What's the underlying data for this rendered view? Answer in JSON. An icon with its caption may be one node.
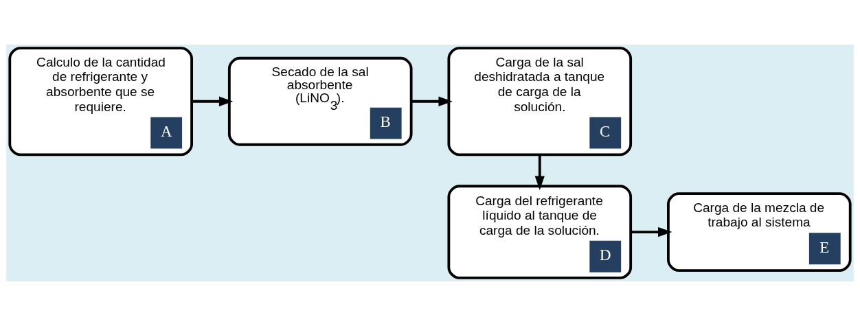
{
  "diagram": {
    "nodes": [
      {
        "text": [
          "Calculo de la cantidad de refrigerante y absorbente que se requiere.",
          "A"
        ]
      },
      {
        "text": [
          "Secado de la sal absorbente (LiNO$_{3}$).",
          "B"
        ]
      },
      {
        "text": [
          "Carga de la sal deshidratada a tanque de carga de la solución.",
          "C"
        ]
      },
      {
        "text": [
          "Carga del refrigerante líquido al tanque de carga de la solución.",
          "D"
        ]
      },
      {
        "text": [
          "Carga de la mezcla de trabajo al sistema",
          "E"
        ]
      }
    ],
    "edges": [
      {
        "from": 0,
        "to": 1,
        "arrow": "to"
      },
      {
        "from": 1,
        "to": 2,
        "arrow": "to"
      },
      {
        "from": 2,
        "to": 3,
        "arrow": "to"
      },
      {
        "from": 3,
        "to": 4,
        "arrow": "to"
      }
    ]
  }
}
